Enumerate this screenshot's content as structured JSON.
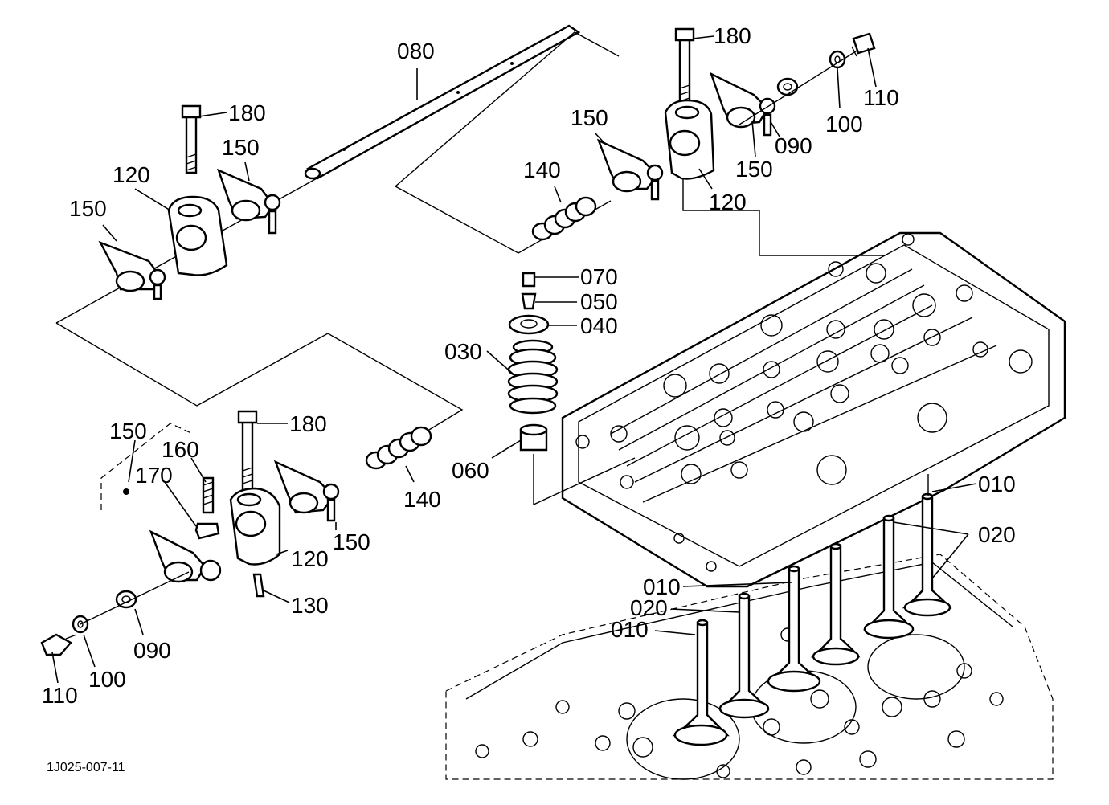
{
  "callouts": [
    {
      "id": "080",
      "text": "080"
    },
    {
      "id": "180a",
      "text": "180"
    },
    {
      "id": "150a",
      "text": "150"
    },
    {
      "id": "120a",
      "text": "120"
    },
    {
      "id": "150b",
      "text": "150"
    },
    {
      "id": "180b",
      "text": "180"
    },
    {
      "id": "150c",
      "text": "150"
    },
    {
      "id": "140a",
      "text": "140"
    },
    {
      "id": "120b",
      "text": "120"
    },
    {
      "id": "150d",
      "text": "150"
    },
    {
      "id": "090a",
      "text": "090"
    },
    {
      "id": "100a",
      "text": "100"
    },
    {
      "id": "110a",
      "text": "110"
    },
    {
      "id": "070",
      "text": "070"
    },
    {
      "id": "050",
      "text": "050"
    },
    {
      "id": "040",
      "text": "040"
    },
    {
      "id": "030",
      "text": "030"
    },
    {
      "id": "060",
      "text": "060"
    },
    {
      "id": "150e",
      "text": "150"
    },
    {
      "id": "160",
      "text": "160"
    },
    {
      "id": "170",
      "text": "170"
    },
    {
      "id": "180c",
      "text": "180"
    },
    {
      "id": "140b",
      "text": "140"
    },
    {
      "id": "150f",
      "text": "150"
    },
    {
      "id": "120c",
      "text": "120"
    },
    {
      "id": "130",
      "text": "130"
    },
    {
      "id": "090b",
      "text": "090"
    },
    {
      "id": "100b",
      "text": "100"
    },
    {
      "id": "110b",
      "text": "110"
    },
    {
      "id": "010a",
      "text": "010"
    },
    {
      "id": "020a",
      "text": "020"
    },
    {
      "id": "010b",
      "text": "010"
    },
    {
      "id": "020b",
      "text": "020"
    },
    {
      "id": "010c",
      "text": "010"
    }
  ],
  "drawing_code": "1J025-007-11"
}
